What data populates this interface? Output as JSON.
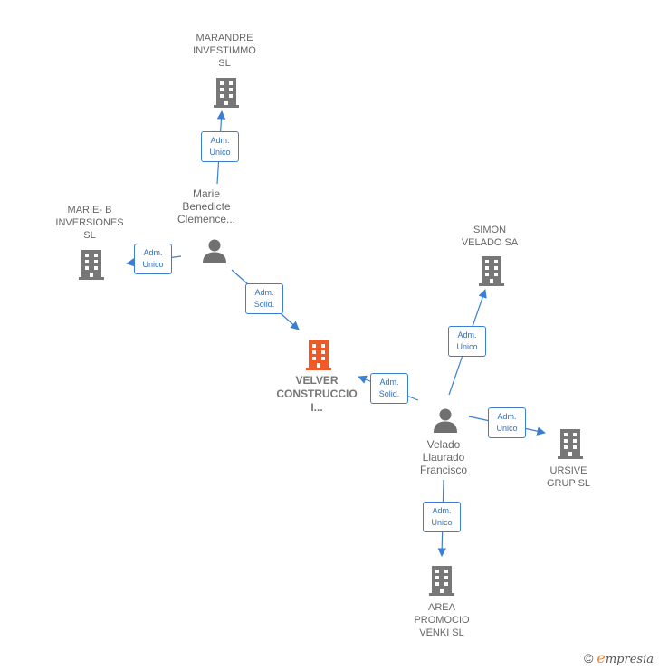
{
  "colors": {
    "edge": "#3a7fd5",
    "building": "#777777",
    "main_building": "#f05a28",
    "person": "#707070"
  },
  "nodes": {
    "marandre": {
      "label": "MARANDRE\nINVESTIMMO\nSL",
      "type": "company",
      "icon": "building-icon"
    },
    "marie_b": {
      "label": "MARIE- B\nINVERSIONES\nSL",
      "type": "company",
      "icon": "building-icon"
    },
    "simon": {
      "label": "SIMON\nVELADO SA",
      "type": "company",
      "icon": "building-icon"
    },
    "velver": {
      "label": "VELVER\nCONSTRUCCIO\nI...",
      "type": "company-main",
      "icon": "building-icon"
    },
    "ursive": {
      "label": "URSIVE\nGRUP SL",
      "type": "company",
      "icon": "building-icon"
    },
    "area": {
      "label": "AREA\nPROMOCIO\nVENKI SL",
      "type": "company",
      "icon": "building-icon"
    },
    "marie_person": {
      "label": "Marie\nBenedicte\nClemence...",
      "type": "person",
      "icon": "person-icon"
    },
    "velado_person": {
      "label": "Velado\nLlaurado\nFrancisco",
      "type": "person",
      "icon": "person-icon"
    }
  },
  "edges": {
    "e1": {
      "line1": "Adm.",
      "line2": "Unico"
    },
    "e2": {
      "line1": "Adm.",
      "line2": "Unico"
    },
    "e3": {
      "line1": "Adm.",
      "line2": "Solid."
    },
    "e4": {
      "line1": "Adm.",
      "line2": "Solid."
    },
    "e5": {
      "line1": "Adm.",
      "line2": "Unico"
    },
    "e6": {
      "line1": "Adm.",
      "line2": "Unico"
    },
    "e7": {
      "line1": "Adm.",
      "line2": "Unico"
    }
  },
  "footer": {
    "copyright_symbol": "©",
    "brand_first": "e",
    "brand_rest": "mpresia"
  }
}
